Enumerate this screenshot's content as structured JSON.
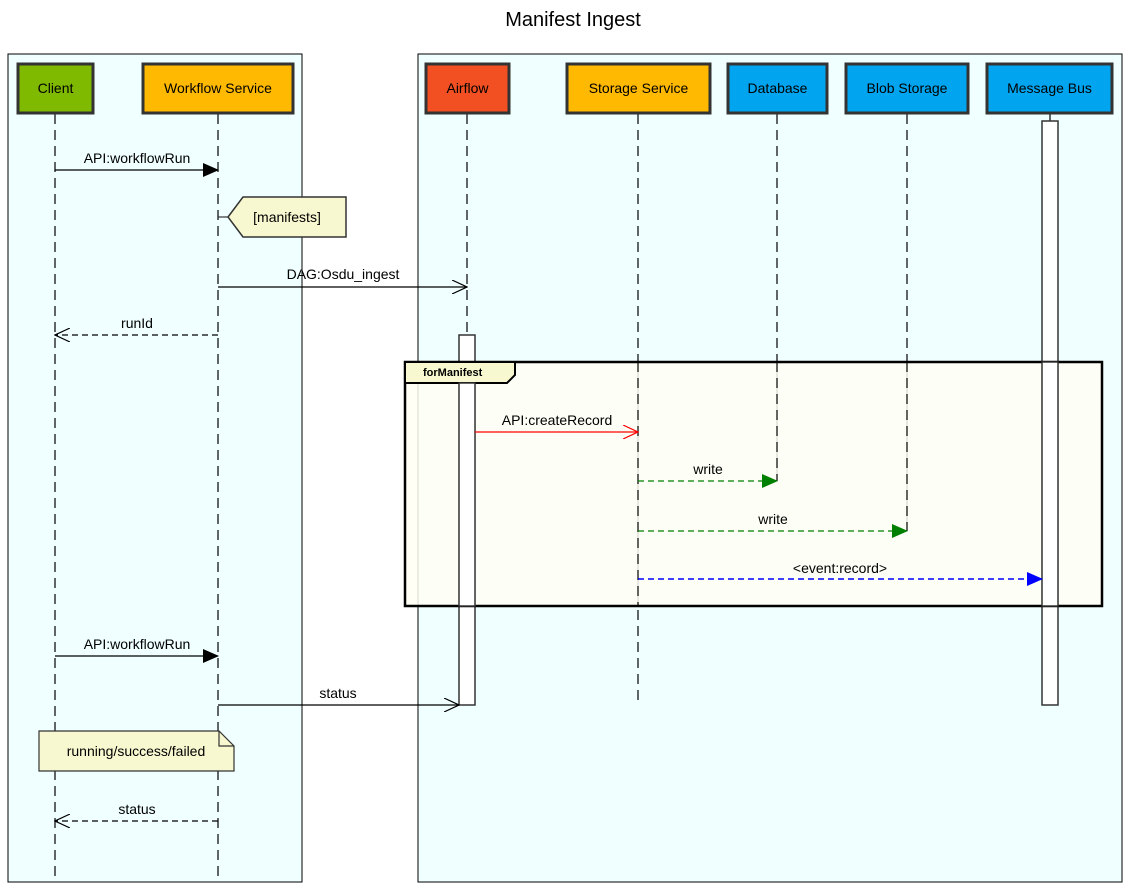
{
  "title": "Manifest Ingest",
  "participants": [
    {
      "name": "Client",
      "color": "#7fba00"
    },
    {
      "name": "Workflow Service",
      "color": "#ffb900"
    },
    {
      "name": "Airflow",
      "color": "#f25022"
    },
    {
      "name": "Storage Service",
      "color": "#ffb900"
    },
    {
      "name": "Database",
      "color": "#00a4ef"
    },
    {
      "name": "Blob Storage",
      "color": "#00a4ef"
    },
    {
      "name": "Message Bus",
      "color": "#00a4ef"
    }
  ],
  "group_background": "#f0ffff",
  "loop": {
    "label": "forManifest"
  },
  "messages": [
    {
      "from": "Client",
      "to": "Workflow Service",
      "label": "API:workflowRun",
      "style": "sync",
      "color": "#000000"
    },
    {
      "from": "Workflow Service",
      "to": "Airflow",
      "label": "DAG:Osdu_ingest",
      "style": "async",
      "color": "#000000"
    },
    {
      "from": "Workflow Service",
      "to": "Client",
      "label": "runId",
      "style": "return",
      "color": "#000000"
    },
    {
      "from": "Airflow",
      "to": "Storage Service",
      "label": "API:createRecord",
      "style": "async",
      "color": "#ff0000"
    },
    {
      "from": "Storage Service",
      "to": "Database",
      "label": "write",
      "style": "dashed-filled",
      "color": "#008000"
    },
    {
      "from": "Storage Service",
      "to": "Blob Storage",
      "label": "write",
      "style": "dashed-filled",
      "color": "#008000"
    },
    {
      "from": "Storage Service",
      "to": "Message Bus",
      "label": "<event:record>",
      "style": "dashed-filled",
      "color": "#0000ff"
    },
    {
      "from": "Client",
      "to": "Workflow Service",
      "label": "API:workflowRun",
      "style": "sync",
      "color": "#000000"
    },
    {
      "from": "Workflow Service",
      "to": "Airflow",
      "label": "status",
      "style": "async",
      "color": "#000000"
    },
    {
      "from": "Workflow Service",
      "to": "Client",
      "label": "status",
      "style": "return",
      "color": "#000000"
    }
  ],
  "notes": [
    {
      "text": "[manifests]",
      "shape": "pointer"
    },
    {
      "text": "running/success/failed",
      "shape": "folded"
    }
  ]
}
